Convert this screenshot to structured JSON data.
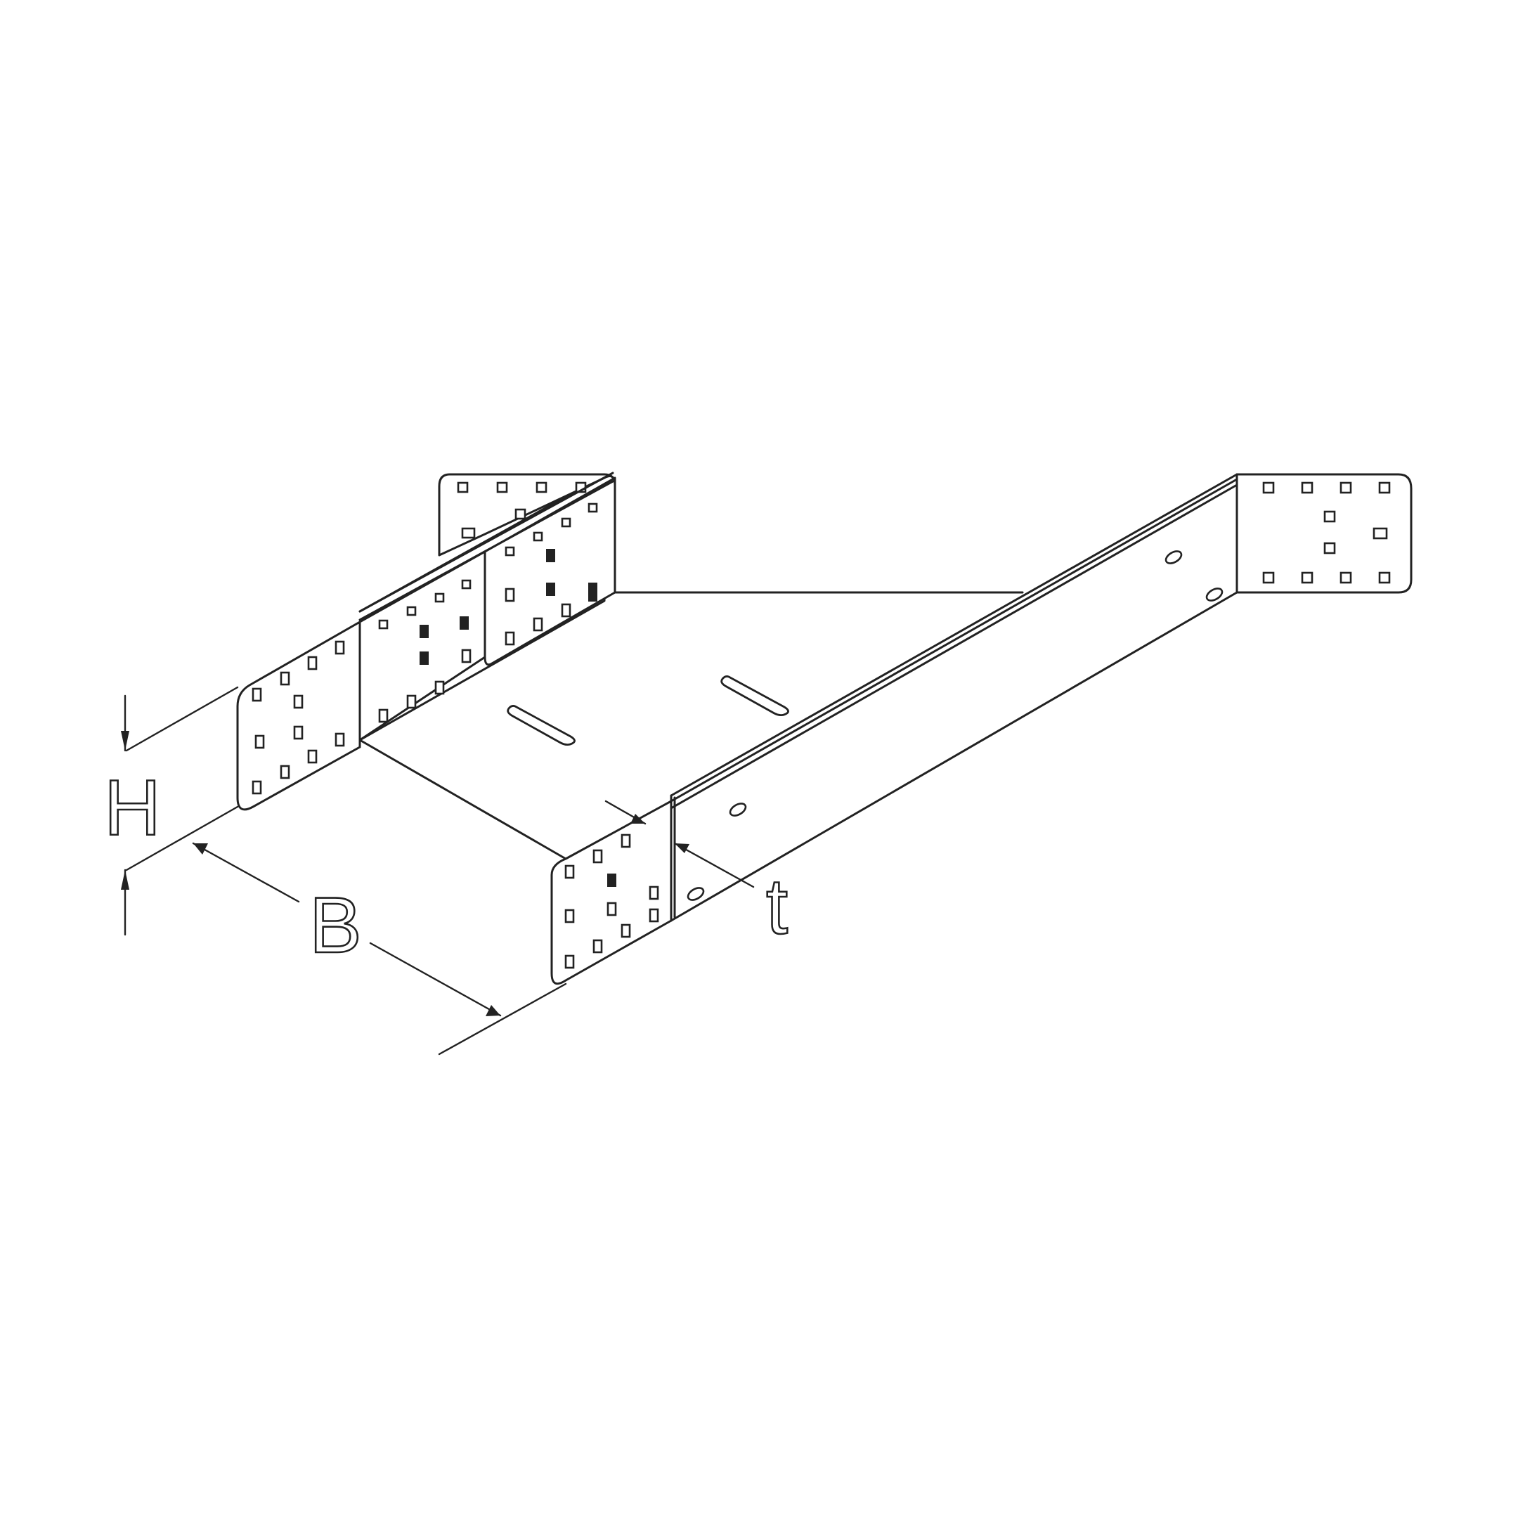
{
  "dimensions": {
    "height_label": "H",
    "width_label": "B",
    "thickness_label": "t"
  },
  "colors": {
    "line": "#222222",
    "background": "#ffffff"
  }
}
